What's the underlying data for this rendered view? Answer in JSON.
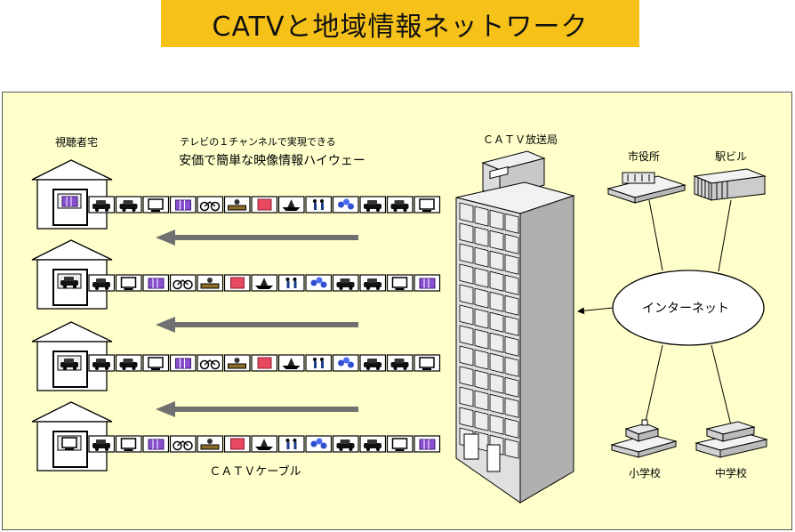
{
  "title": "CATVと地域情報ネットワーク",
  "labels": {
    "homes": "視聴者宅",
    "channel_caption": "テレビの１チャンネルで実現できる",
    "highway_caption": "安価で簡単な映像情報ハイウェー",
    "station": "ＣＡＴＶ放送局",
    "cable": "ＣＡＴＶケーブル",
    "internet": "インターネット",
    "city_hall": "市役所",
    "station_building": "駅ビル",
    "elementary_school": "小学校",
    "junior_high_school": "中学校"
  },
  "colors": {
    "title_bg": "#f6c21a",
    "panel_bg": "#ffffcc",
    "arrow": "#707070",
    "building": "#e6e6e6"
  },
  "homes_count": 4,
  "content_icon_sequence": [
    "car-icon",
    "car-icon",
    "tv-icon",
    "books-icon",
    "bicycle-icon",
    "desk-icon",
    "gift-icon",
    "ship-icon",
    "people-icon",
    "flowers-icon",
    "car-icon",
    "car-icon",
    "tv-icon",
    "books-icon"
  ]
}
